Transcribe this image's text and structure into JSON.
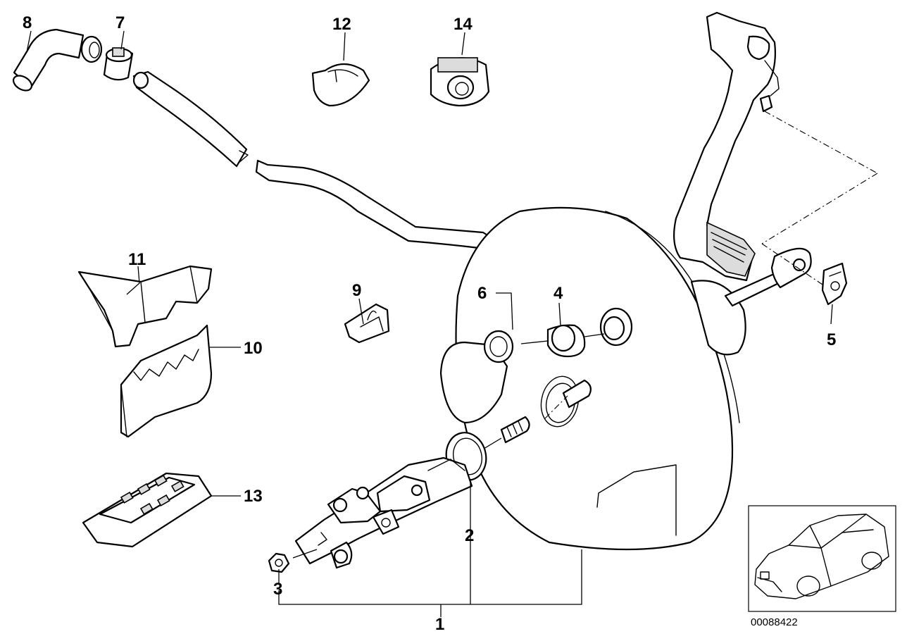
{
  "callouts": {
    "c1": "1",
    "c2": "2",
    "c3": "3",
    "c4": "4",
    "c5": "5",
    "c6": "6",
    "c7": "7",
    "c8": "8",
    "c9": "9",
    "c10": "10",
    "c11": "11",
    "c12": "12",
    "c13": "13",
    "c14": "14"
  },
  "reference_code": "00088422",
  "icons": [
    "vehicle-thumbnail-icon"
  ]
}
